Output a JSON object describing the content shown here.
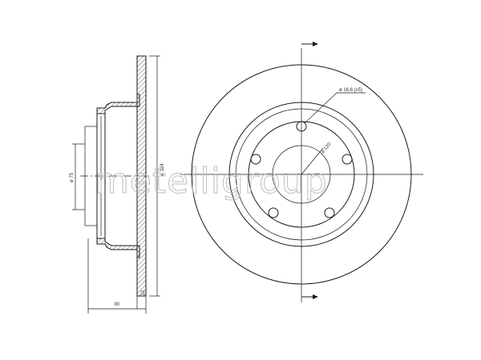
{
  "drawing": {
    "dimensions": {
      "hub_diameter": "ø 75",
      "disc_diameter": "ø 324",
      "total_height": "80",
      "disc_thickness": "12",
      "bolt_hole": "ø 16,6 (x5)",
      "bolt_circle": "ø 120"
    },
    "watermark": "metelligroup",
    "colors": {
      "line": "#1a1a1a",
      "hatch": "#1a1a1a",
      "watermark": "#bdbdbd"
    }
  }
}
